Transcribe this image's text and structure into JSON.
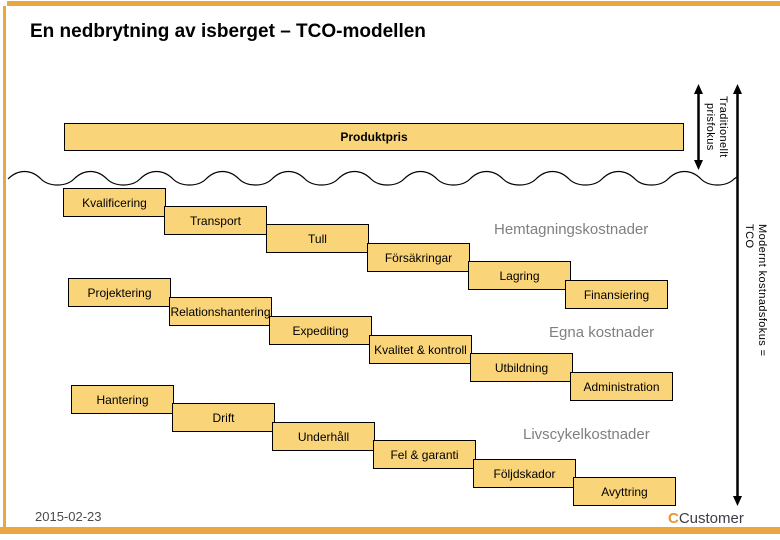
{
  "colors": {
    "accent": "#EAA63F",
    "box_fill": "#FAD478",
    "box_border": "#000000",
    "label_gray": "#7F7F7F",
    "logo_c": "#E8972F",
    "logo_text": "#3C3C46"
  },
  "slide": {
    "title": "En nedbrytning av isberget – TCO-modellen",
    "date": "2015-02-23",
    "logo_c": "C",
    "logo_rest": "Customer"
  },
  "diagram": {
    "product_price": "Produktpris",
    "traditional_focus_label": "Traditionellt\nprisfokus",
    "modern_focus_label": "Modernt kostnadsfokus = TCO",
    "groups": [
      {
        "label": "Hemtagningskostnader",
        "boxes": [
          "Kvalificering",
          "Transport",
          "Tull",
          "Försäkringar",
          "Lagring",
          "Finansiering"
        ]
      },
      {
        "label": "Egna kostnader",
        "boxes": [
          "Projektering",
          "Relationshantering",
          "Expediting",
          "Kvalitet & kontroll",
          "Utbildning",
          "Administration"
        ]
      },
      {
        "label": "Livscykelkostnader",
        "boxes": [
          "Hantering",
          "Drift",
          "Underhåll",
          "Fel & garanti",
          "Följdskador",
          "Avyttring"
        ]
      }
    ]
  }
}
